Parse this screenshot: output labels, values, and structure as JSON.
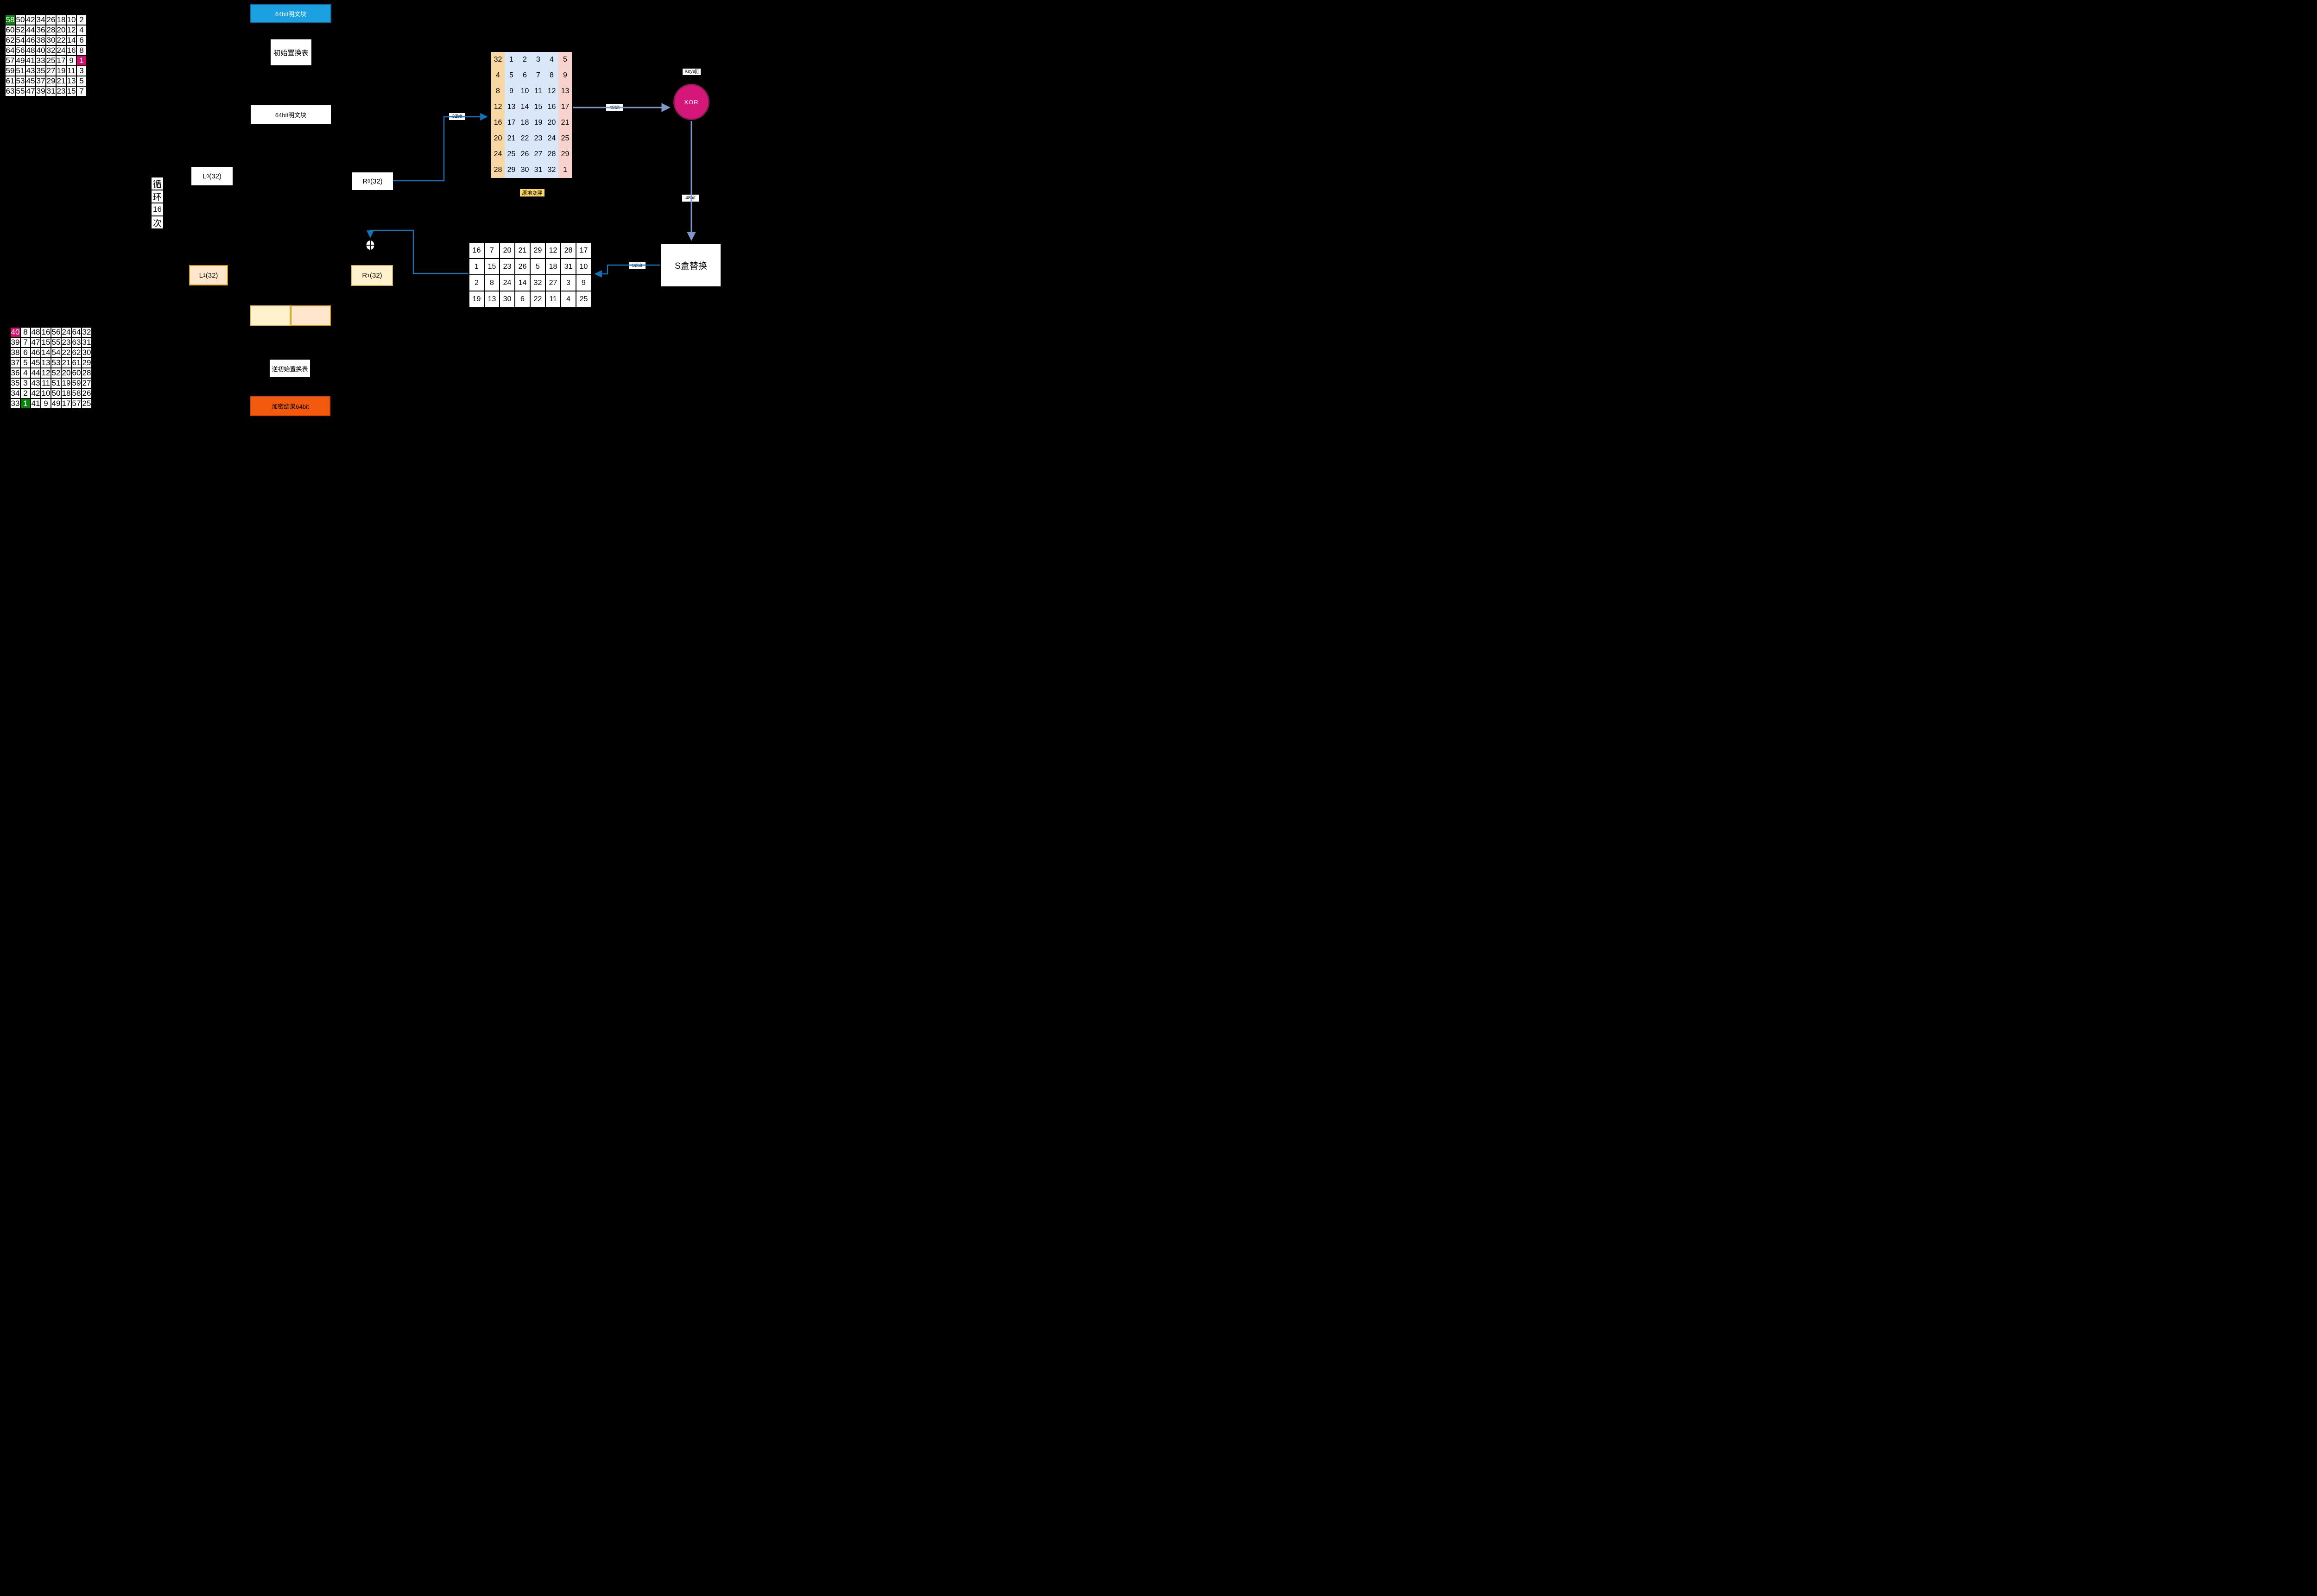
{
  "colors": {
    "background": "#000000",
    "arrow_strong": "#1273b8",
    "arrow_muted": "#7d98c9",
    "blue_box_fill": "#1ba1e2",
    "blue_box_stroke": "#006eaf",
    "orange_box_fill": "#f45a0d",
    "orange_box_stroke": "#cf4208",
    "peach_fill": "#ffe6cc",
    "peach_stroke": "#d79b00",
    "yellow_fill": "#fff2cc",
    "yellow_stroke": "#d6b656",
    "e_col_orange": "#f8d7a2",
    "e_col_blue": "#d9e7f8",
    "e_col_pink": "#f8d2cc",
    "highlight_green": "#0a870a",
    "highlight_magenta": "#d0116e",
    "xor_fill": "#d41778",
    "xor_stroke": "#8c1a53",
    "note_yellow": "#ffd966"
  },
  "tables": {
    "ip": {
      "rows": [
        [
          58,
          50,
          42,
          34,
          26,
          18,
          10,
          2
        ],
        [
          60,
          52,
          44,
          36,
          28,
          20,
          12,
          4
        ],
        [
          62,
          54,
          46,
          38,
          30,
          22,
          14,
          6
        ],
        [
          64,
          56,
          48,
          40,
          32,
          24,
          16,
          8
        ],
        [
          57,
          49,
          41,
          33,
          25,
          17,
          9,
          1
        ],
        [
          59,
          51,
          43,
          35,
          27,
          19,
          11,
          3
        ],
        [
          61,
          53,
          45,
          37,
          29,
          21,
          13,
          5
        ],
        [
          63,
          55,
          47,
          39,
          31,
          23,
          15,
          7
        ]
      ],
      "highlights": [
        {
          "row": 0,
          "col": 0,
          "class": "hl-green"
        },
        {
          "row": 4,
          "col": 7,
          "class": "hl-magenta"
        }
      ]
    },
    "fp": {
      "rows": [
        [
          40,
          8,
          48,
          16,
          56,
          24,
          64,
          32
        ],
        [
          39,
          7,
          47,
          15,
          55,
          23,
          63,
          31
        ],
        [
          38,
          6,
          46,
          14,
          54,
          22,
          62,
          30
        ],
        [
          37,
          5,
          45,
          13,
          53,
          21,
          61,
          29
        ],
        [
          36,
          4,
          44,
          12,
          52,
          20,
          60,
          28
        ],
        [
          35,
          3,
          43,
          11,
          51,
          19,
          59,
          27
        ],
        [
          34,
          2,
          42,
          10,
          50,
          18,
          58,
          26
        ],
        [
          33,
          1,
          41,
          9,
          49,
          17,
          57,
          25
        ]
      ],
      "highlights": [
        {
          "row": 0,
          "col": 0,
          "class": "hl-magenta"
        },
        {
          "row": 7,
          "col": 1,
          "class": "hl-green"
        }
      ]
    },
    "e_expansion": {
      "rows": [
        [
          32,
          1,
          2,
          3,
          4,
          5
        ],
        [
          4,
          5,
          6,
          7,
          8,
          9
        ],
        [
          8,
          9,
          10,
          11,
          12,
          13
        ],
        [
          12,
          13,
          14,
          15,
          16,
          17
        ],
        [
          16,
          17,
          18,
          19,
          20,
          21
        ],
        [
          20,
          21,
          22,
          23,
          24,
          25
        ],
        [
          24,
          25,
          26,
          27,
          28,
          29
        ],
        [
          28,
          29,
          30,
          31,
          32,
          1
        ]
      ],
      "col_classes": [
        "orange",
        "blue",
        "blue",
        "blue",
        "blue",
        "pink"
      ]
    },
    "p_permutation": {
      "rows": [
        [
          16,
          7,
          20,
          21,
          29,
          12,
          28,
          17
        ],
        [
          1,
          15,
          23,
          26,
          5,
          18,
          31,
          10
        ],
        [
          2,
          8,
          24,
          14,
          32,
          27,
          3,
          9
        ],
        [
          19,
          13,
          30,
          6,
          22,
          11,
          4,
          25
        ]
      ]
    }
  },
  "flow": {
    "plaintext_top": "64bit明文块",
    "initial_permutation": "初始置换表",
    "plaintext_mid": "64bit明文块",
    "l0": {
      "main": "L",
      "sub": "0",
      "rest": "(32)"
    },
    "r0": {
      "main": "R",
      "sub": "0",
      "rest": "(32)"
    },
    "loop_note": {
      "chars": [
        "循",
        "环",
        "16",
        "次"
      ]
    },
    "l1": {
      "main": "L",
      "sub": "1",
      "rest": "(32)"
    },
    "r1": {
      "main": "R",
      "sub": "1",
      "rest": "(32)"
    },
    "inverse_permutation": "逆初始置换表",
    "result": "加密结果64bit",
    "sbox": "S盒替换",
    "xor_node": "XOR",
    "keys_label": "Keys[i]",
    "fatten_note": "原地变胖"
  },
  "badges": {
    "r0_out": "32bit",
    "e_out": "48bit",
    "xor_out": "48bit",
    "sbox_out": "32bit"
  }
}
